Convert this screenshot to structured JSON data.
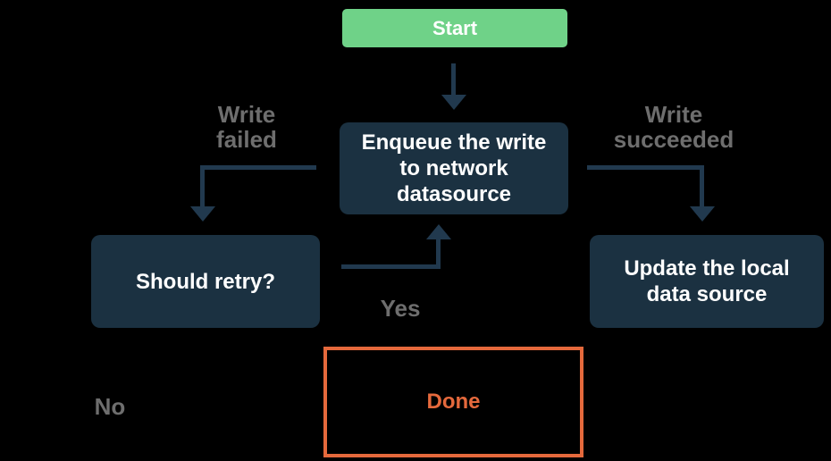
{
  "colors": {
    "background": "#000000",
    "node_fill": "#1B3141",
    "node_text": "#FFFFFF",
    "connector": "#21394E",
    "start_fill": "#6FD288",
    "done_accent": "#E5693C",
    "edge_label": "#6E6E6E"
  },
  "nodes": {
    "start": {
      "label": "Start"
    },
    "enqueue": {
      "label": "Enqueue the write to network datasource"
    },
    "should_retry": {
      "label": "Should retry?"
    },
    "update_local": {
      "label": "Update the local data source"
    },
    "done": {
      "label": "Done"
    }
  },
  "edge_labels": {
    "write_failed": "Write\nfailed",
    "write_succeeded": "Write\nsucceeded",
    "yes": "Yes",
    "no": "No"
  }
}
